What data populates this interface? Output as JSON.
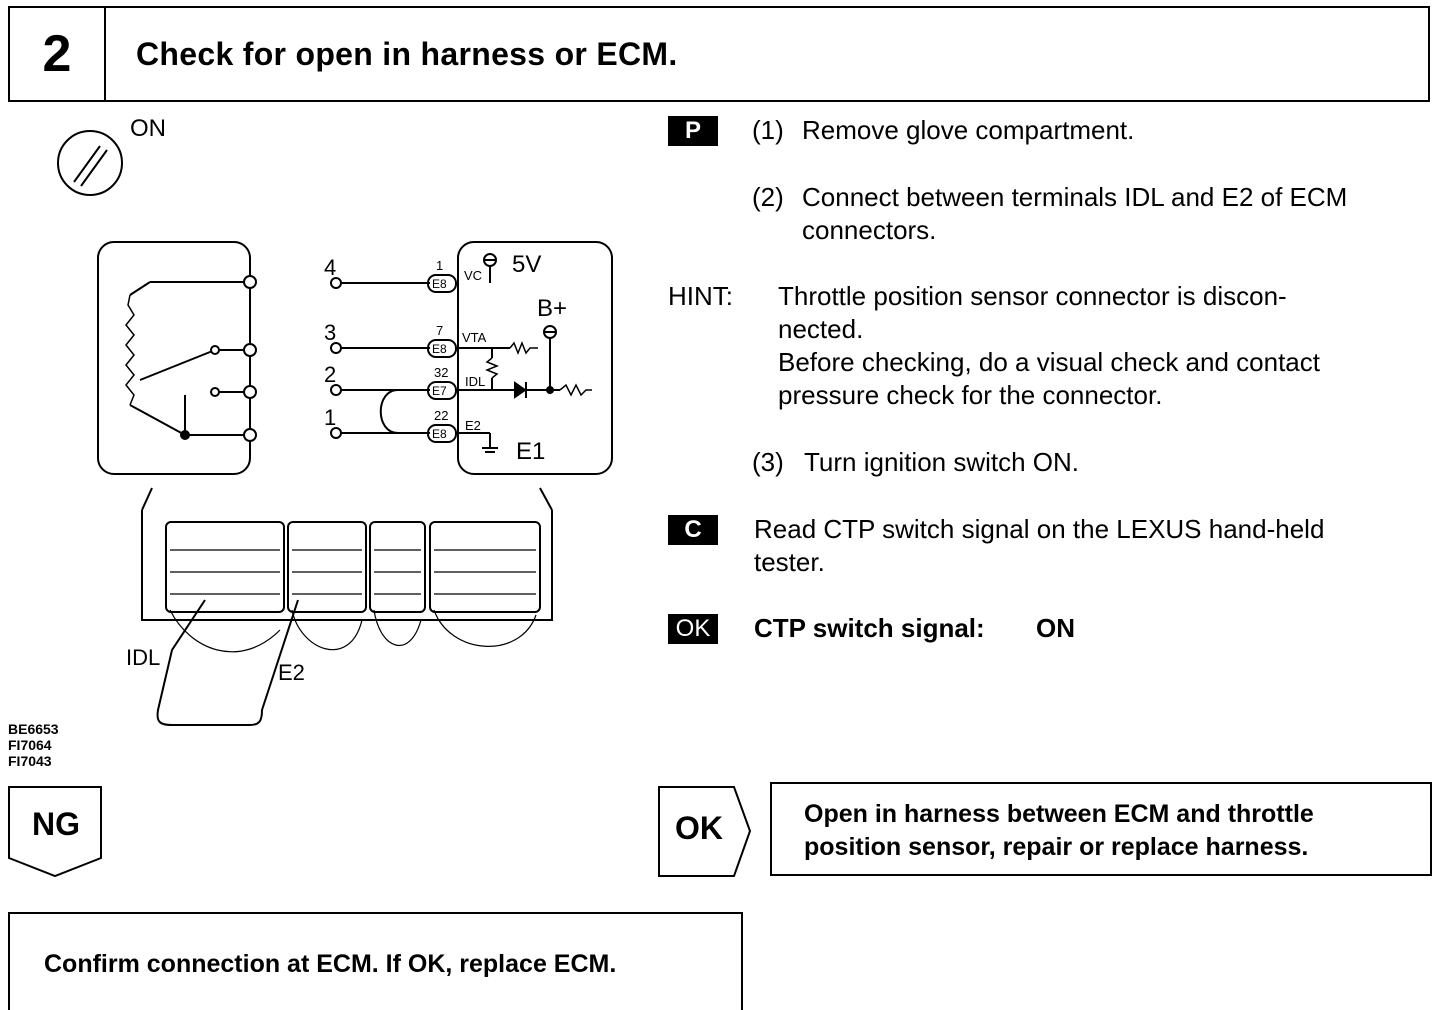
{
  "step": {
    "number": "2",
    "title": "Check for open in harness or ECM."
  },
  "ignition_label": "ON",
  "diagram": {
    "pins_left": [
      "4",
      "3",
      "2",
      "1"
    ],
    "pin_numbers": [
      "1",
      "7",
      "32",
      "22"
    ],
    "connectors": [
      "E8",
      "E8",
      "E7",
      "E8"
    ],
    "signals": [
      "VC",
      "VTA",
      "IDL",
      "E2"
    ],
    "supply": "5V",
    "battery": "B+",
    "ground": "E1",
    "probe_left": "IDL",
    "probe_right": "E2"
  },
  "figure_codes": [
    "BE6653",
    "FI7064",
    "FI7043"
  ],
  "badges": {
    "prep": "P",
    "check": "C",
    "ok": "OK"
  },
  "steps": [
    {
      "num": "(1)",
      "text": "Remove glove compartment."
    },
    {
      "num": "(2)",
      "text": "Connect between terminals IDL and E2 of ECM",
      "text2": "connectors."
    },
    {
      "num": "(3)",
      "text": "Turn ignition switch ON."
    }
  ],
  "hint": {
    "label": "HINT:",
    "line1": "Throttle position sensor connector is discon-",
    "line2": "nected.",
    "line3": "Before checking, do a visual check and contact",
    "line4": "pressure check for the connector."
  },
  "check_text": {
    "line1": "Read CTP switch signal on the LEXUS hand-held",
    "line2": "tester."
  },
  "ok_spec": {
    "label": "CTP switch signal:",
    "value": "ON"
  },
  "results": {
    "ng_label": "NG",
    "ok_label": "OK",
    "ok_action_line1": "Open in harness between ECM and throttle",
    "ok_action_line2": "position sensor, repair or replace harness.",
    "ng_action": "Confirm connection at ECM. If OK, replace ECM."
  }
}
